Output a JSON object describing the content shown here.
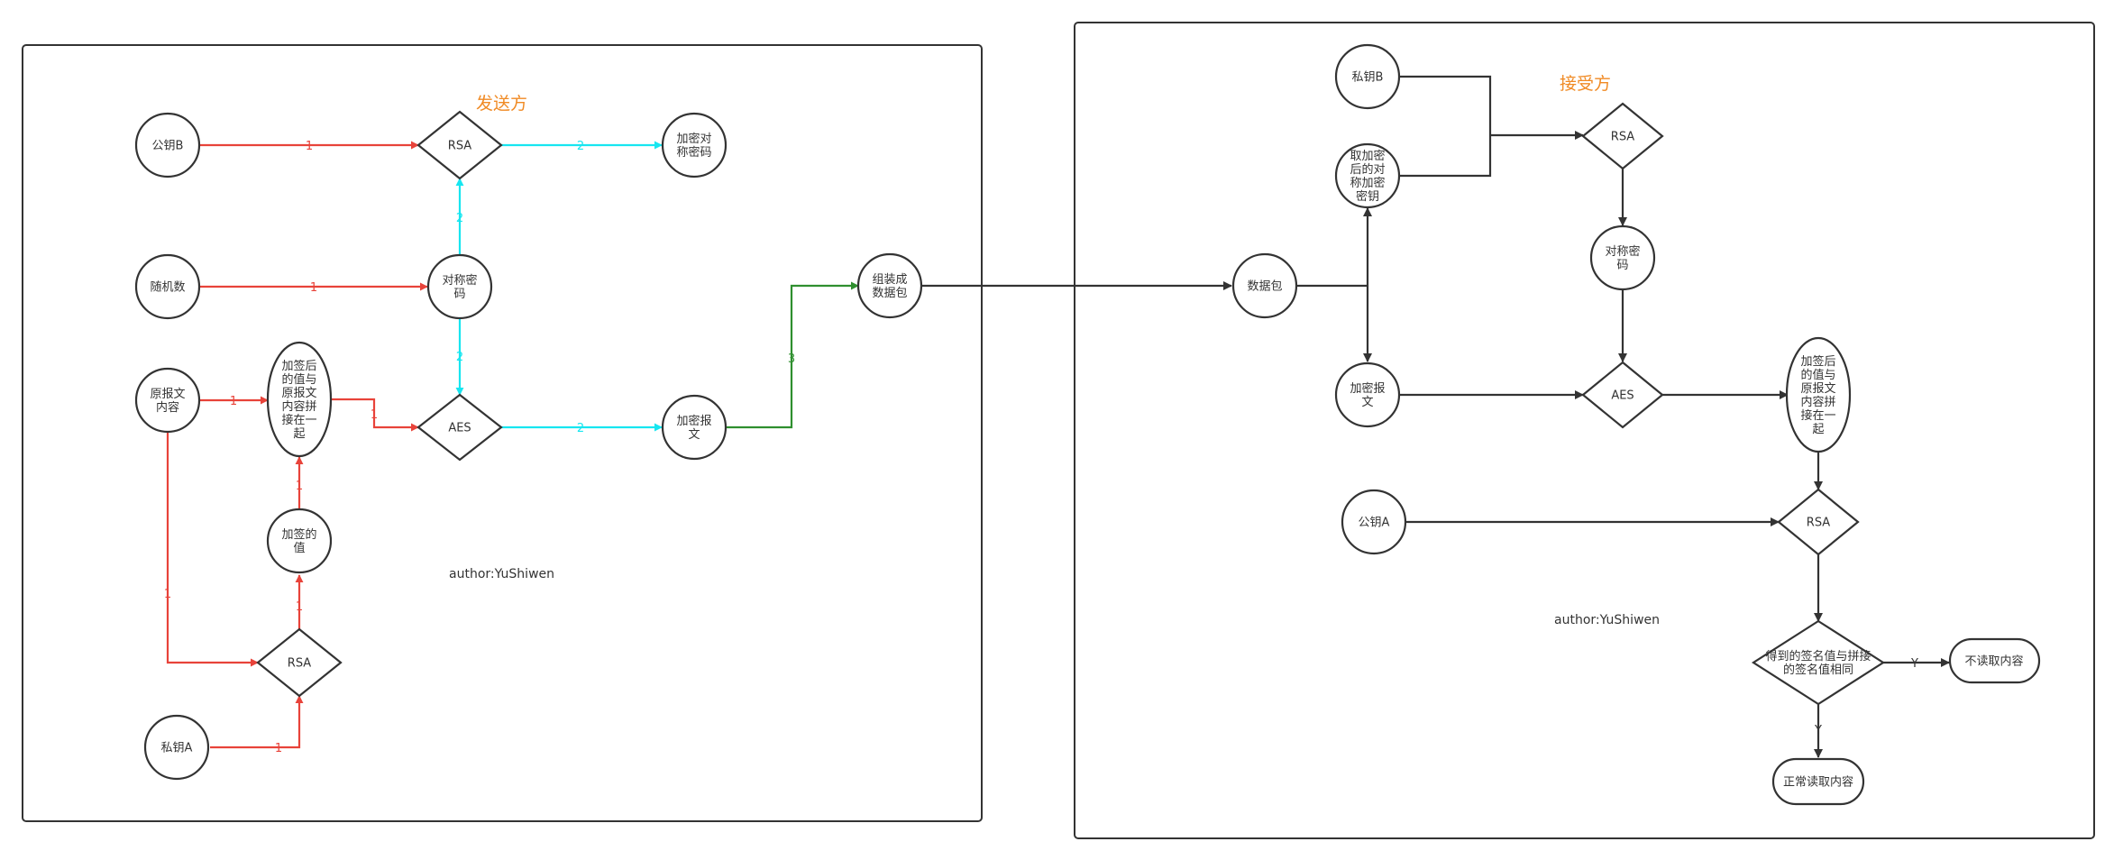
{
  "sender": {
    "title": "发送方",
    "author": "author:YuShiwen",
    "nodes": {
      "pubkey_b": "公钥B",
      "rsa_top": "RSA",
      "encrypted_sym_key": "加密对|称密码",
      "random": "随机数",
      "sym_key": "对称密|码",
      "original": "原报文|内容",
      "concat": "加签后|的值与|原报文|内容拼|接在一|起",
      "aes": "AES",
      "encrypted_msg": "加密报|文",
      "assemble": "组装成|数据包",
      "sign_value": "加签的|值",
      "rsa_bottom": "RSA",
      "privkey_a": "私钥A"
    },
    "edge_labels": {
      "pubkey_to_rsa": "1",
      "rsa_to_encrypted_key": "2",
      "symkey_to_rsa": "2",
      "random_to_symkey": "1",
      "symkey_to_aes": "2",
      "original_to_concat": "1",
      "concat_to_aes": "1",
      "aes_to_encrypted_msg": "2",
      "encrypted_msg_to_assemble": "3",
      "sign_to_concat": "1",
      "rsa_to_sign": "1",
      "original_to_rsa": "1",
      "privkey_to_rsa": "1"
    }
  },
  "receiver": {
    "title": "接受方",
    "author": "author:YuShiwen",
    "nodes": {
      "privkey_b": "私钥B",
      "get_encrypted_key": "取加密|后的对|称加密|密钥",
      "rsa_top": "RSA",
      "sym_key": "对称密|码",
      "packet": "数据包",
      "encrypted_msg": "加密报|文",
      "aes": "AES",
      "concat": "加签后|的值与|原报文|内容拼|接在一|起",
      "pubkey_a": "公钥A",
      "rsa_verify": "RSA",
      "compare": "得到的签名值与拼接|的签名值相同",
      "not_read": "不读取内容",
      "read_normally": "正常读取内容"
    },
    "edge_labels": {
      "compare_yes_right": "Y",
      "compare_yes_down": "Y"
    }
  },
  "colors": {
    "red": "#e8433a",
    "cyan": "#17e6f0",
    "green": "#2f8f2f",
    "dark": "#333333",
    "title_orange": "#f08a24"
  }
}
